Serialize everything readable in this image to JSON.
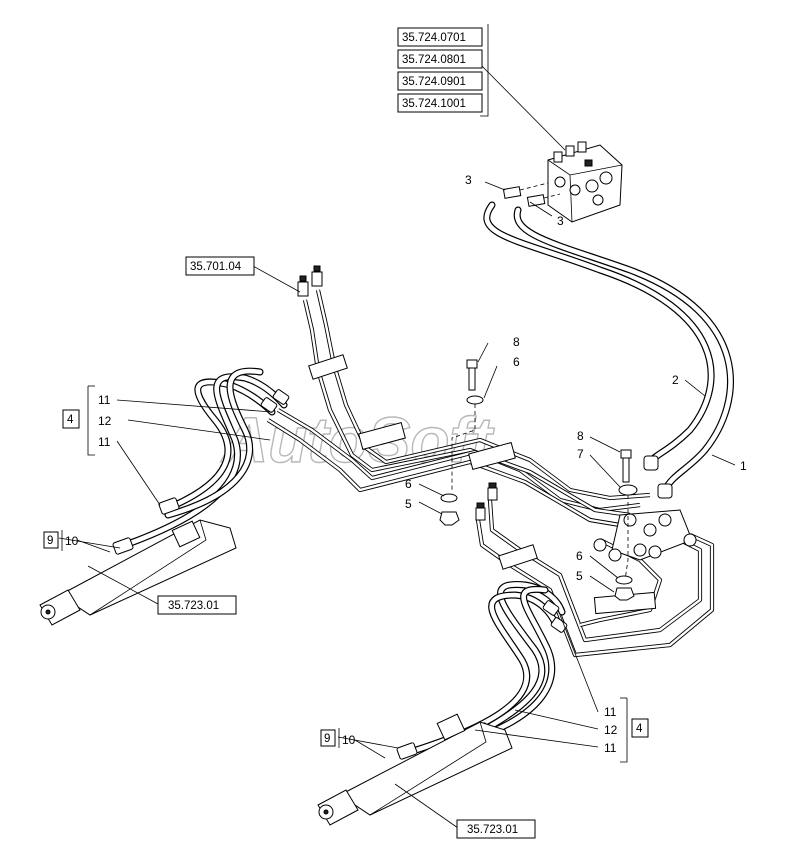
{
  "watermark": "AutoSoft",
  "references": {
    "valve_refs": [
      "35.724.0701",
      "35.724.0801",
      "35.724.0901",
      "35.724.1001"
    ],
    "top_left_ref": "35.701.04",
    "cylinder_ref_left": "35.723.01",
    "cylinder_ref_bottom": "35.723.01"
  },
  "kits": {
    "hose_kit_left": "4",
    "hose_kit_right": "4",
    "fitting_kit_left": "9",
    "fitting_kit_bottom": "9"
  },
  "callouts": {
    "c1": "1",
    "c2": "2",
    "c3a": "3",
    "c3b": "3",
    "c5a": "5",
    "c5b": "5",
    "c6a": "6",
    "c6b": "6",
    "c6c": "6",
    "c7": "7",
    "c8a": "8",
    "c8b": "8",
    "c10a": "10",
    "c10b": "10",
    "c11a": "11",
    "c11b": "11",
    "c11c": "11",
    "c11d": "11",
    "c12a": "12",
    "c12b": "12"
  }
}
